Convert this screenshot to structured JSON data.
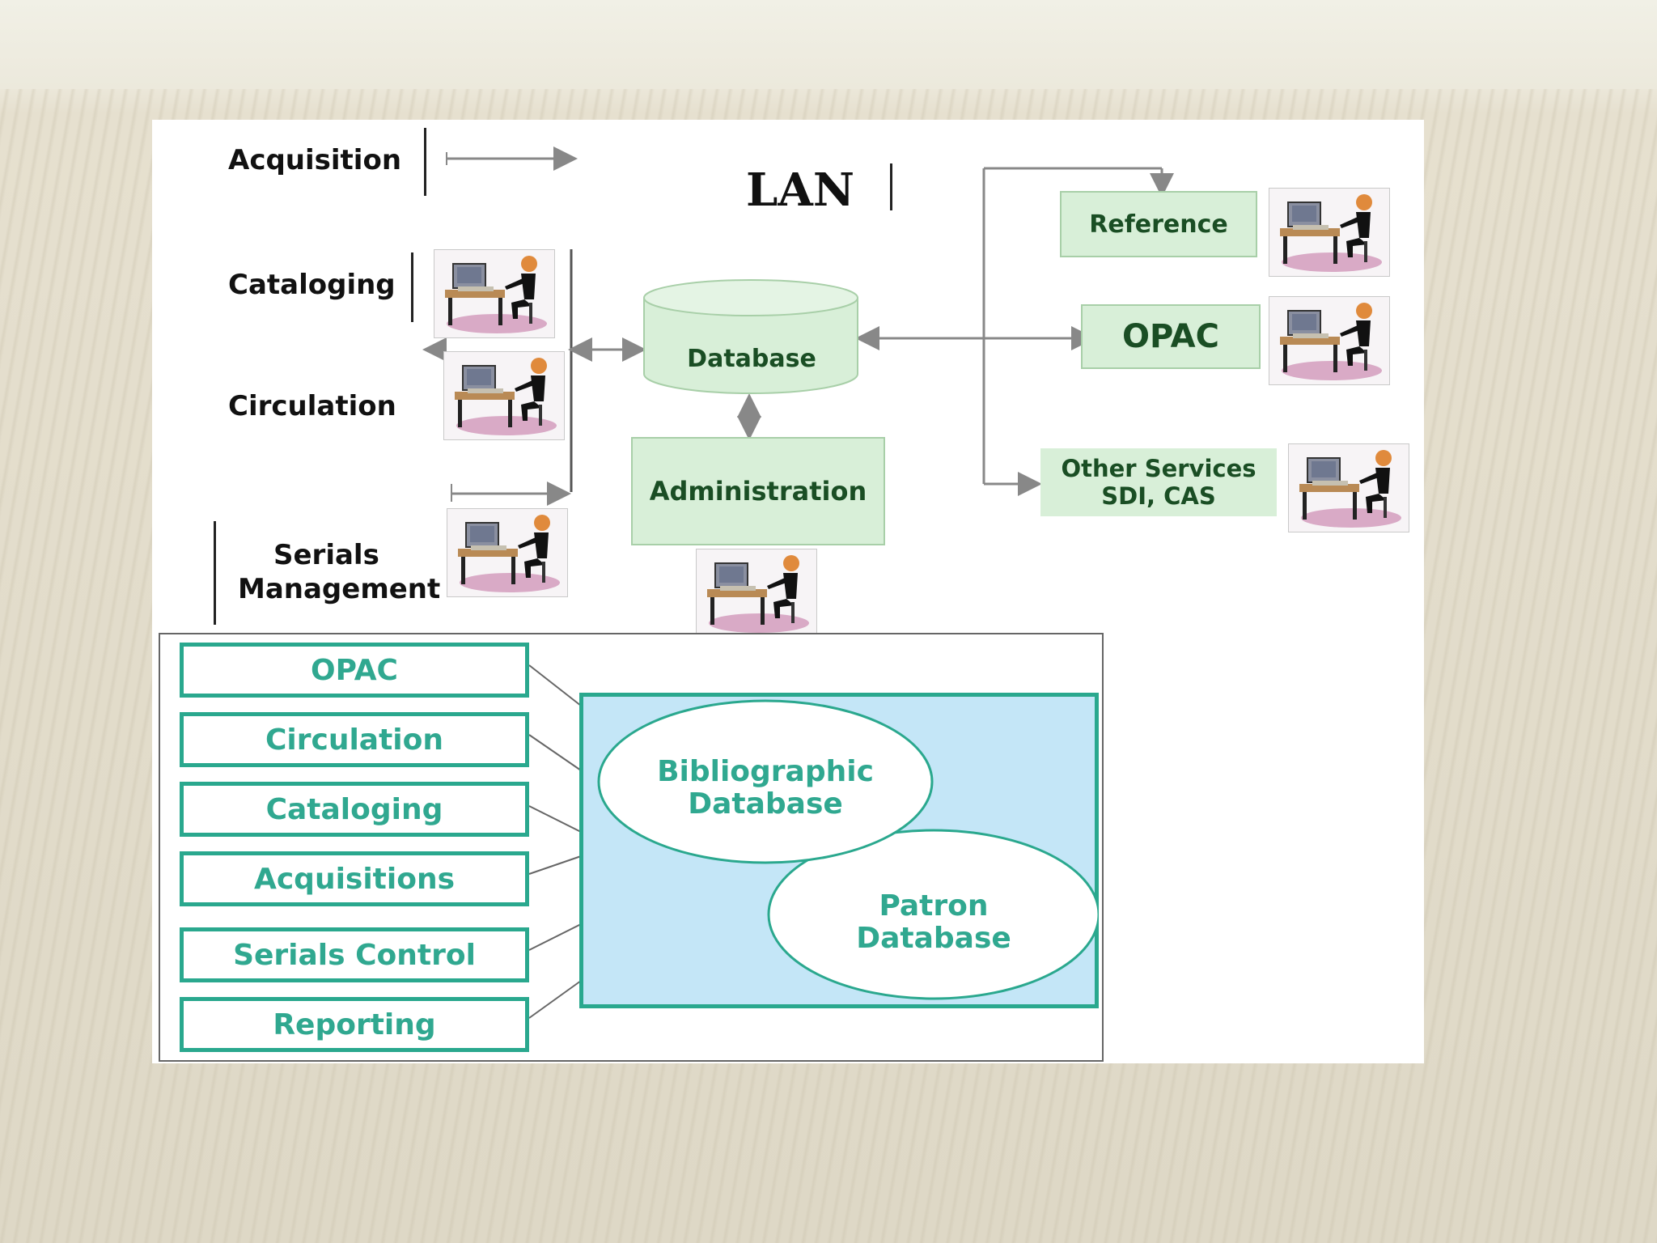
{
  "top_diagram": {
    "network_label": "LAN",
    "left_modules": [
      "Acquisition",
      "Cataloging",
      "Circulation"
    ],
    "serials_label": [
      "Serials",
      "Management"
    ],
    "database_label": "Database",
    "administration_label": "Administration",
    "right_services": {
      "reference": "Reference",
      "opac": "OPAC",
      "other_services": [
        "Other Services",
        "SDI, CAS"
      ]
    }
  },
  "bottom_diagram": {
    "modules": [
      "OPAC",
      "Circulation",
      "Cataloging",
      "Acquisitions",
      "Serials Control",
      "Reporting"
    ],
    "bibliographic_db": [
      "Bibliographic",
      "Database"
    ],
    "patron_db": [
      "Patron",
      "Database"
    ]
  },
  "colors": {
    "green_fill": "#d8efd8",
    "teal_border": "#2aa88e",
    "teal_text": "#30a890",
    "light_blue_fill": "#c4e6f7"
  },
  "icons": [
    "workstation-icon"
  ]
}
